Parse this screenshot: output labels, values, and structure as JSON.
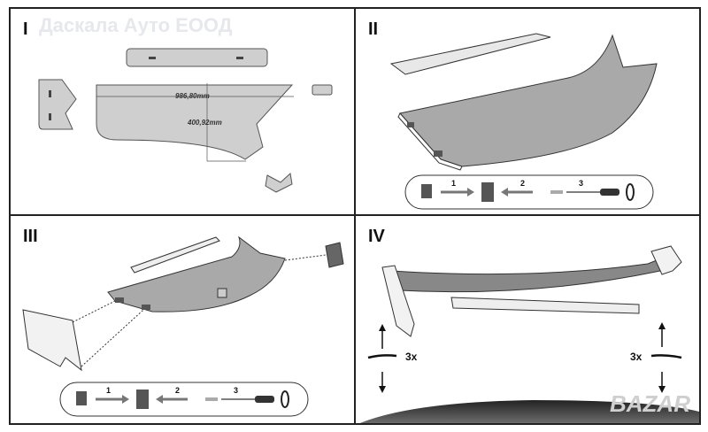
{
  "watermark": "Даскала Ауто ЕООД",
  "watermark_bottom": "BAZAR",
  "panels": [
    {
      "number": "I",
      "dimensions": {
        "width": "986,80mm",
        "height": "400,92mm"
      }
    },
    {
      "number": "II",
      "steps": [
        "1",
        "2",
        "3"
      ]
    },
    {
      "number": "III",
      "steps": [
        "1",
        "2",
        "3"
      ]
    },
    {
      "number": "IV",
      "repeat_left": "3x",
      "repeat_right": "3x"
    }
  ],
  "colors": {
    "part_fill": "#cfcfcf",
    "outline": "#333333",
    "roof": "#3a3a3a"
  }
}
